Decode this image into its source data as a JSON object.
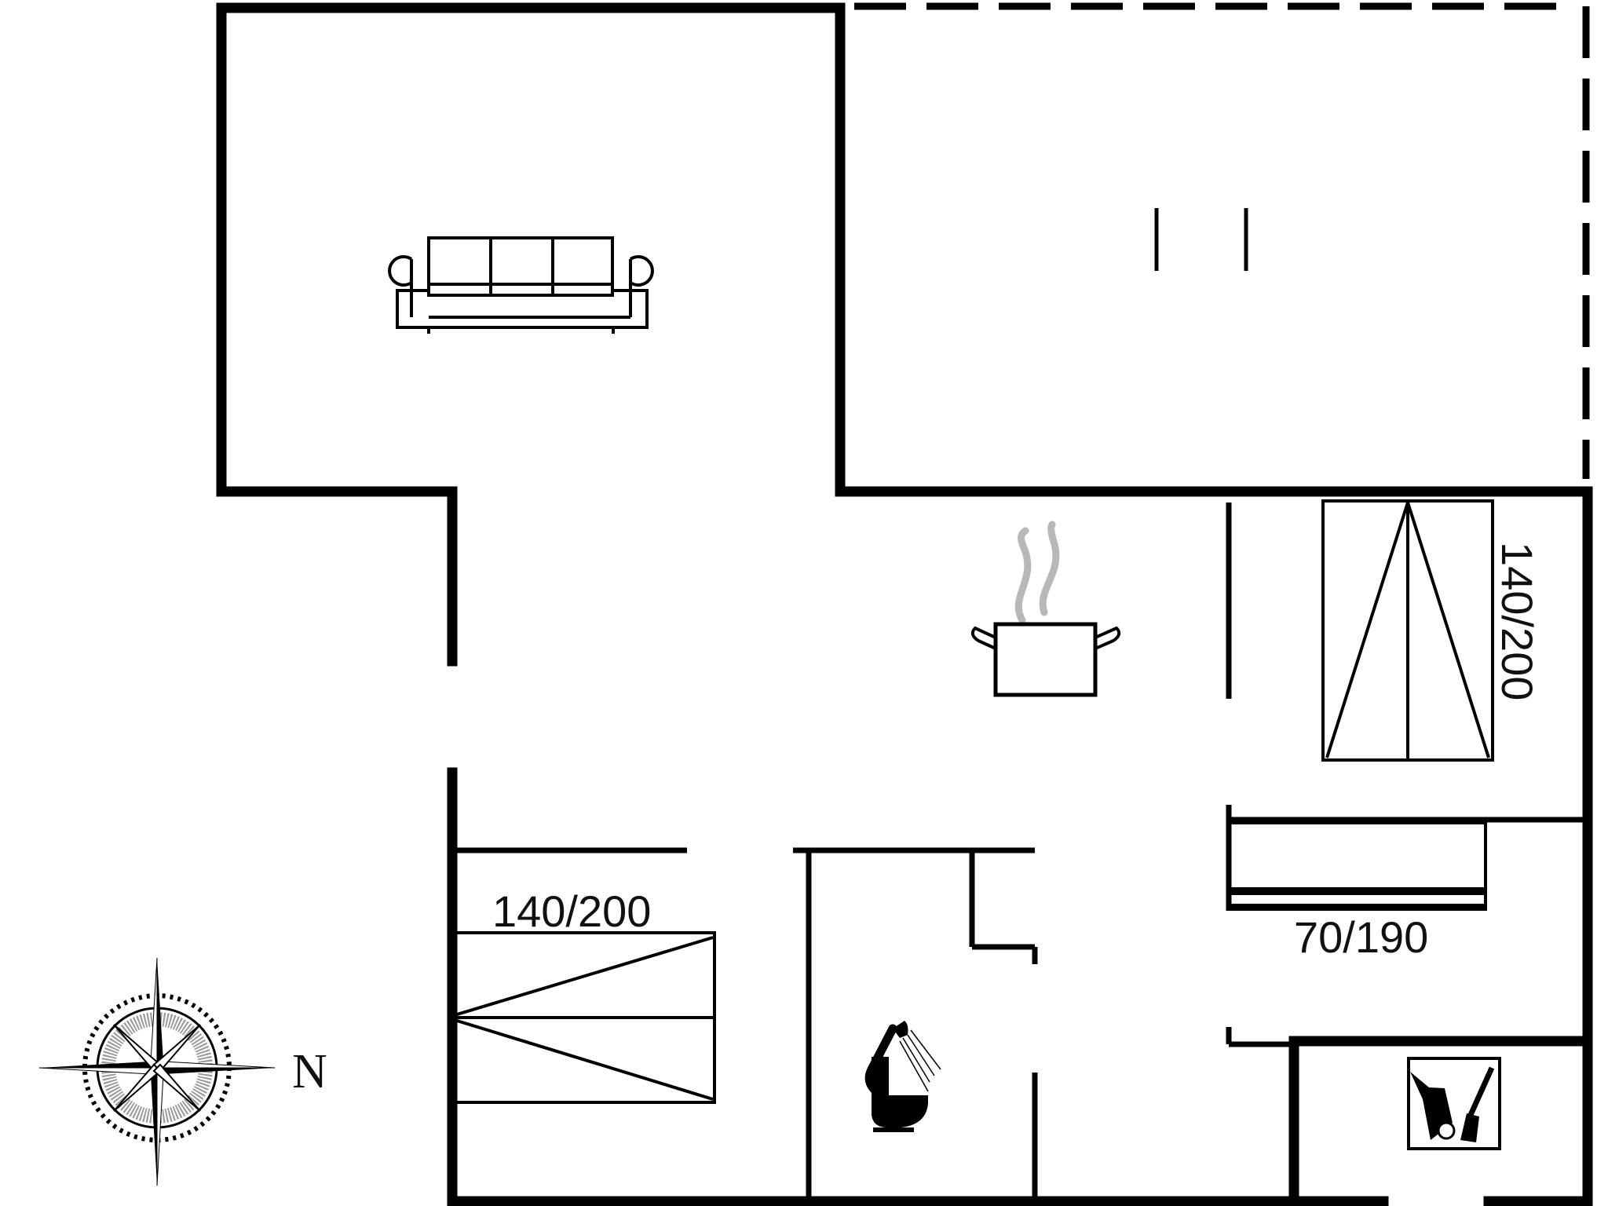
{
  "diagram": {
    "type": "floor-plan",
    "colors": {
      "wall": "#000000",
      "background": "#ffffff",
      "steam": "#b8b8b8"
    }
  },
  "rooms": [
    {
      "id": "living-room",
      "icon": "sofa-icon"
    },
    {
      "id": "terrace",
      "note": "dashed outline (outdoor area)"
    },
    {
      "id": "kitchen",
      "icon": "cooking-pot-icon"
    },
    {
      "id": "bedroom-1",
      "bed_label": "140/200"
    },
    {
      "id": "bedroom-2",
      "bed_label": "140/200"
    },
    {
      "id": "bedroom-3",
      "bed_label": "70/190"
    },
    {
      "id": "bathroom",
      "icons": [
        "shower-icon",
        "toilet-icon"
      ]
    },
    {
      "id": "utility-room",
      "icon": "cleaning-tools-icon"
    }
  ],
  "labels": {
    "bed_bedroom_left": "140/200",
    "bed_bedroom_topright": "140/200",
    "bed_bedroom_right": "70/190",
    "compass_north": "N"
  }
}
